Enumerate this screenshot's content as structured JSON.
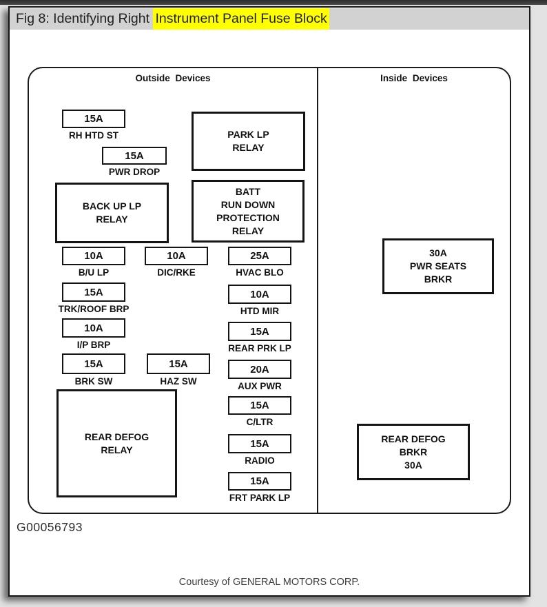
{
  "window": {
    "title_prefix": "Fig 8: Identifying Right ",
    "title_highlight": "Instrument Panel Fuse Block",
    "highlight_color": "#ffff00",
    "titlebar_color": "#d2d2d2",
    "chrome_color": "#3b3b3b"
  },
  "diagram": {
    "sections": {
      "left": "Outside Devices",
      "right": "Inside Devices"
    },
    "fuses": [
      {
        "amp": "15A",
        "label": "RH HTD ST"
      },
      {
        "amp": "15A",
        "label": "PWR DROP"
      },
      {
        "amp": "10A",
        "label": "B/U LP"
      },
      {
        "amp": "10A",
        "label": "DIC/RKE"
      },
      {
        "amp": "25A",
        "label": "HVAC BLO"
      },
      {
        "amp": "15A",
        "label": "TRK/ROOF BRP"
      },
      {
        "amp": "10A",
        "label": "HTD MIR"
      },
      {
        "amp": "10A",
        "label": "I/P BRP"
      },
      {
        "amp": "15A",
        "label": "REAR PRK LP"
      },
      {
        "amp": "15A",
        "label": "BRK SW"
      },
      {
        "amp": "15A",
        "label": "HAZ SW"
      },
      {
        "amp": "20A",
        "label": "AUX PWR"
      },
      {
        "amp": "15A",
        "label": "C/LTR"
      },
      {
        "amp": "15A",
        "label": "RADIO"
      },
      {
        "amp": "15A",
        "label": "FRT PARK LP"
      }
    ],
    "relays": [
      {
        "label": "PARK LP\nRELAY"
      },
      {
        "label": "BACK UP LP\nRELAY"
      },
      {
        "label": "BATT\nRUN DOWN\nPROTECTION\nRELAY"
      },
      {
        "label": "REAR DEFOG\nRELAY"
      },
      {
        "label": "30A\nPWR SEATS\nBRKR"
      },
      {
        "label": "REAR DEFOG\nBRKR\n30A"
      }
    ],
    "figure_id": "G00056793"
  },
  "footer": {
    "credit": "Courtesy of GENERAL MOTORS CORP."
  }
}
